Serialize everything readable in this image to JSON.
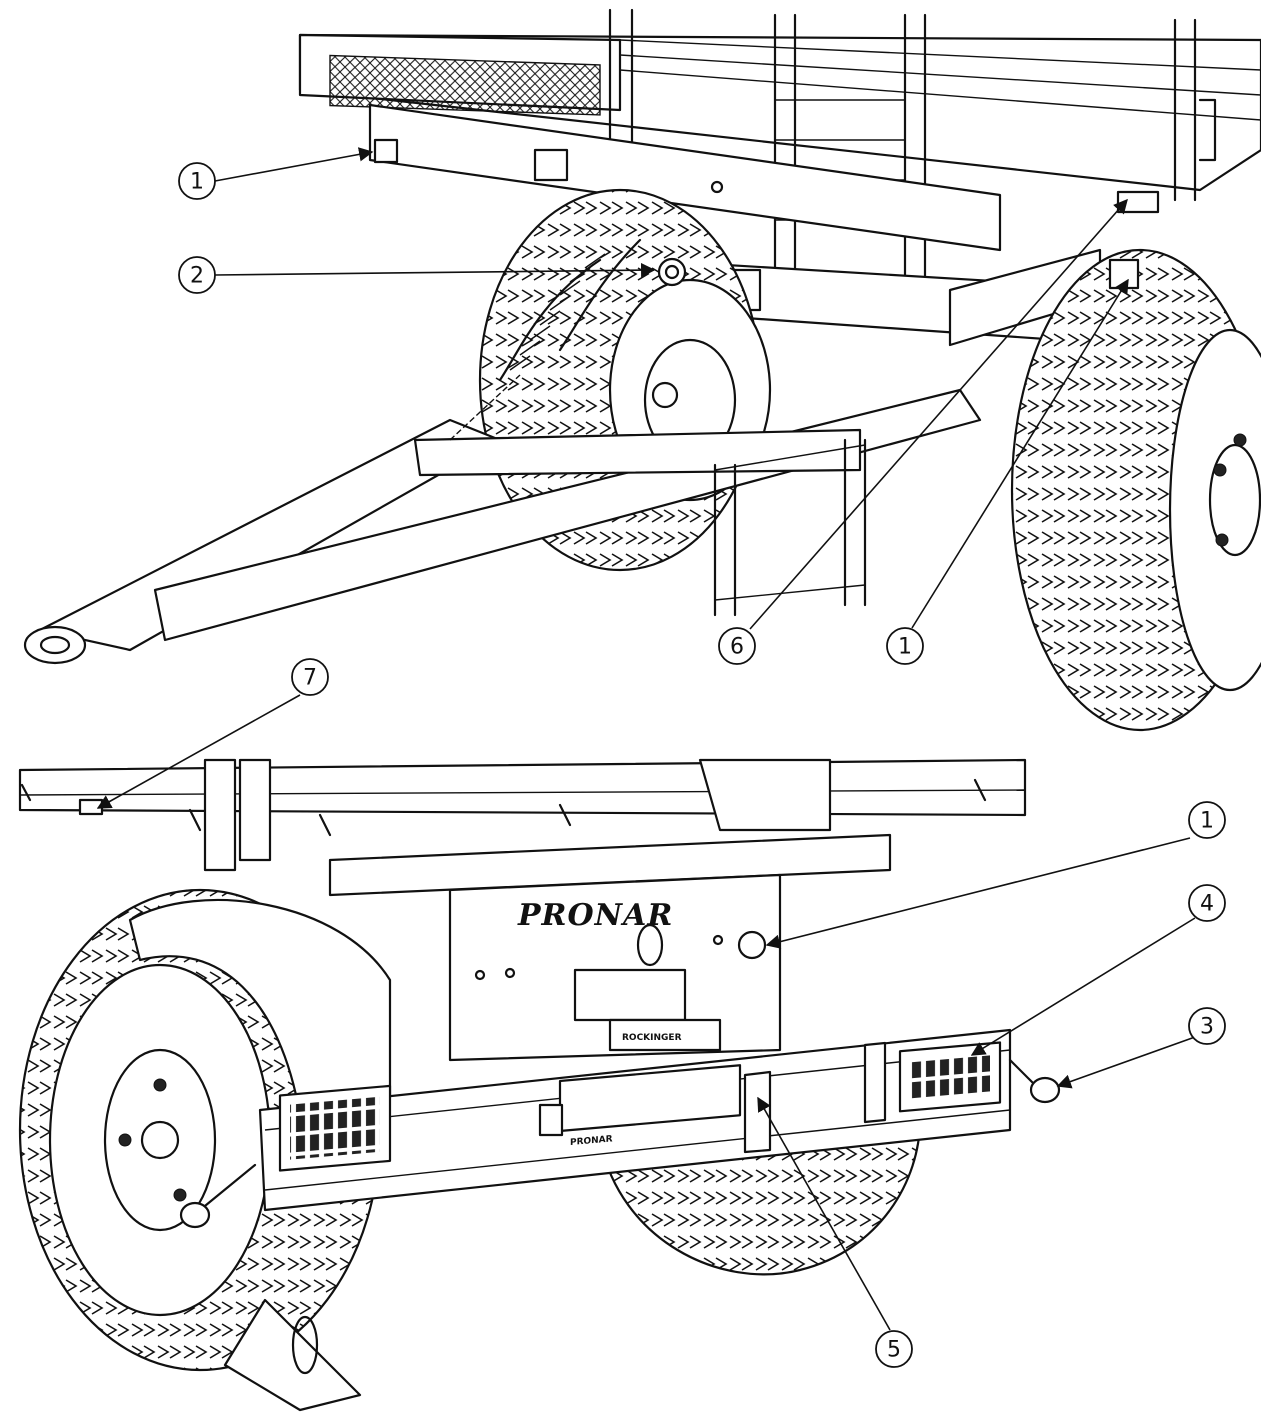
{
  "brand": {
    "logo_text": "PRONAR",
    "plate_text": "PRONAR",
    "hitch_text": "ROCKINGER"
  },
  "callouts": [
    {
      "id": "c1a",
      "label": "1"
    },
    {
      "id": "c2",
      "label": "2"
    },
    {
      "id": "c6",
      "label": "6"
    },
    {
      "id": "c1b",
      "label": "1"
    },
    {
      "id": "c7",
      "label": "7"
    },
    {
      "id": "c1c",
      "label": "1"
    },
    {
      "id": "c4",
      "label": "4"
    },
    {
      "id": "c3",
      "label": "3"
    },
    {
      "id": "c5",
      "label": "5"
    }
  ],
  "colors": {
    "line": "#111111",
    "background": "#ffffff",
    "marker_fill": "#222222"
  }
}
